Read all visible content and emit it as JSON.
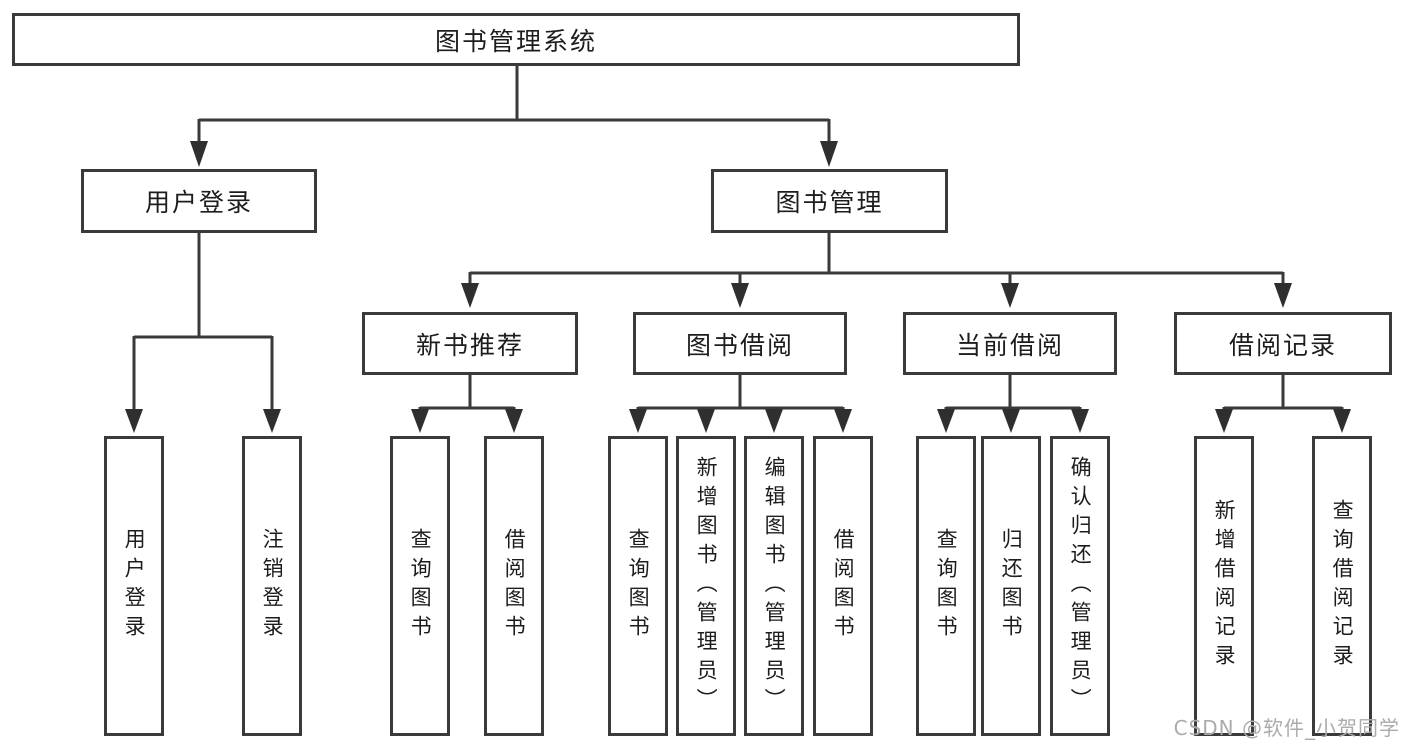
{
  "diagram": {
    "root": {
      "label": "图书管理系统"
    },
    "level2": {
      "user_login": {
        "label": "用户登录"
      },
      "book_mgmt": {
        "label": "图书管理"
      }
    },
    "level3": {
      "new_books": {
        "label": "新书推荐"
      },
      "book_borrow": {
        "label": "图书借阅"
      },
      "current_borrow": {
        "label": "当前借阅"
      },
      "borrow_records": {
        "label": "借阅记录"
      }
    },
    "leaves": {
      "user_login": [
        "用户登录",
        "注销登录"
      ],
      "new_books": [
        "查询图书",
        "借阅图书"
      ],
      "book_borrow": [
        "查询图书",
        "新增图书（管理员）",
        "编辑图书（管理员）",
        "借阅图书"
      ],
      "current_borrow": [
        "查询图书",
        "归还图书",
        "确认归还（管理员）"
      ],
      "borrow_records": [
        "新增借阅记录",
        "查询借阅记录"
      ]
    }
  },
  "watermark": {
    "text": "CSDN @软件_小贺同学",
    "color": "#ababab"
  },
  "colors": {
    "line": "#3a3a3a",
    "border": "#3a3a3a",
    "text": "#1d1d1d",
    "background": "#ffffff"
  }
}
